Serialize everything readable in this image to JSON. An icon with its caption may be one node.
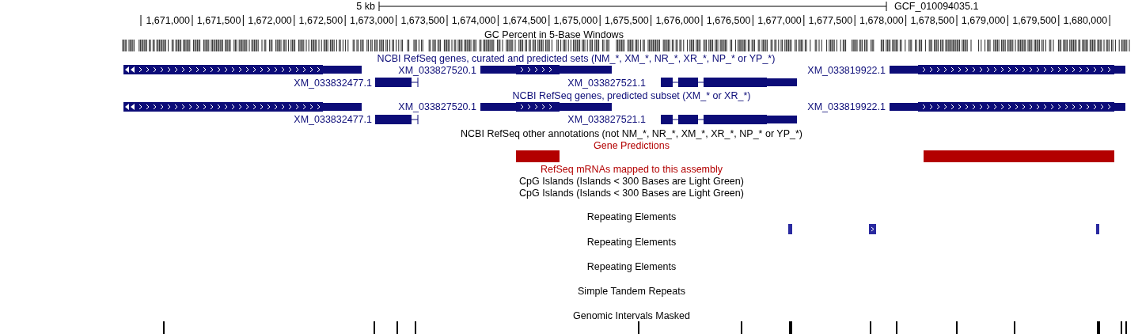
{
  "diagram": {
    "labels": [
      "5 kb",
      "GCF_010094035.1",
      "1,671,000",
      "1,671,500",
      "1,672,000",
      "1,672,500",
      "1,673,000",
      "1,673,500",
      "1,674,000",
      "1,674,500",
      "1,675,000",
      "1,675,500",
      "1,676,000",
      "1,676,500",
      "1,677,000",
      "1,677,500",
      "1,678,000",
      "1,678,500",
      "1,679,000",
      "1,679,500",
      "1,680,000",
      "GC Percent in 5-Base Windows",
      "NCBI RefSeq genes, curated and predicted sets (NM_*, XM_*, NR_*, XR_*, NP_* or YP_*)",
      "XM_033827520.1",
      "XM_033819922.1",
      "XM_033832477.1",
      "XM_033827521.1",
      "NCBI RefSeq genes, predicted subset (XM_* or XR_*)",
      "XM_033827520.1",
      "XM_033819922.1",
      "XM_033832477.1",
      "XM_033827521.1",
      "NCBI RefSeq other annotations (not NM_*, NR_*, XM_*, XR_*, NP_* or YP_*)",
      "Gene Predictions",
      "RefSeq mRNAs mapped to this assembly",
      "CpG Islands (Islands < 300 Bases are Light Green)",
      "CpG Islands (Islands < 300 Bases are Light Green)",
      "Repeating Elements",
      "Repeating Elements",
      "Repeating Elements",
      "Simple Tandem Repeats",
      "Genomic Intervals Masked"
    ]
  }
}
